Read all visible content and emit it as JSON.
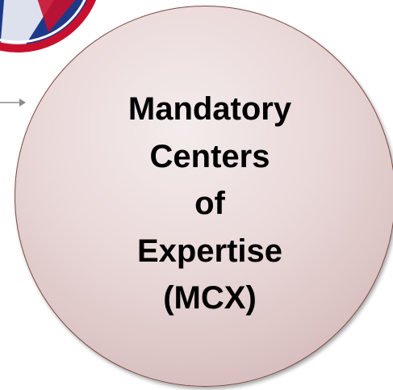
{
  "diagram": {
    "node": {
      "lines": [
        "Mandatory",
        "Centers",
        "of",
        "Expertise",
        "(MCX)"
      ],
      "fill_color": "#ead9d9",
      "border_color": "#7d4a44",
      "text_color": "#000000"
    },
    "connector": {
      "icon": "arrow-right-icon",
      "color": "#8c8c8c"
    },
    "badge": {
      "icon": "flag-emblem-icon",
      "colors": [
        "#1d3a8a",
        "#c8102e",
        "#ffffff"
      ]
    }
  }
}
